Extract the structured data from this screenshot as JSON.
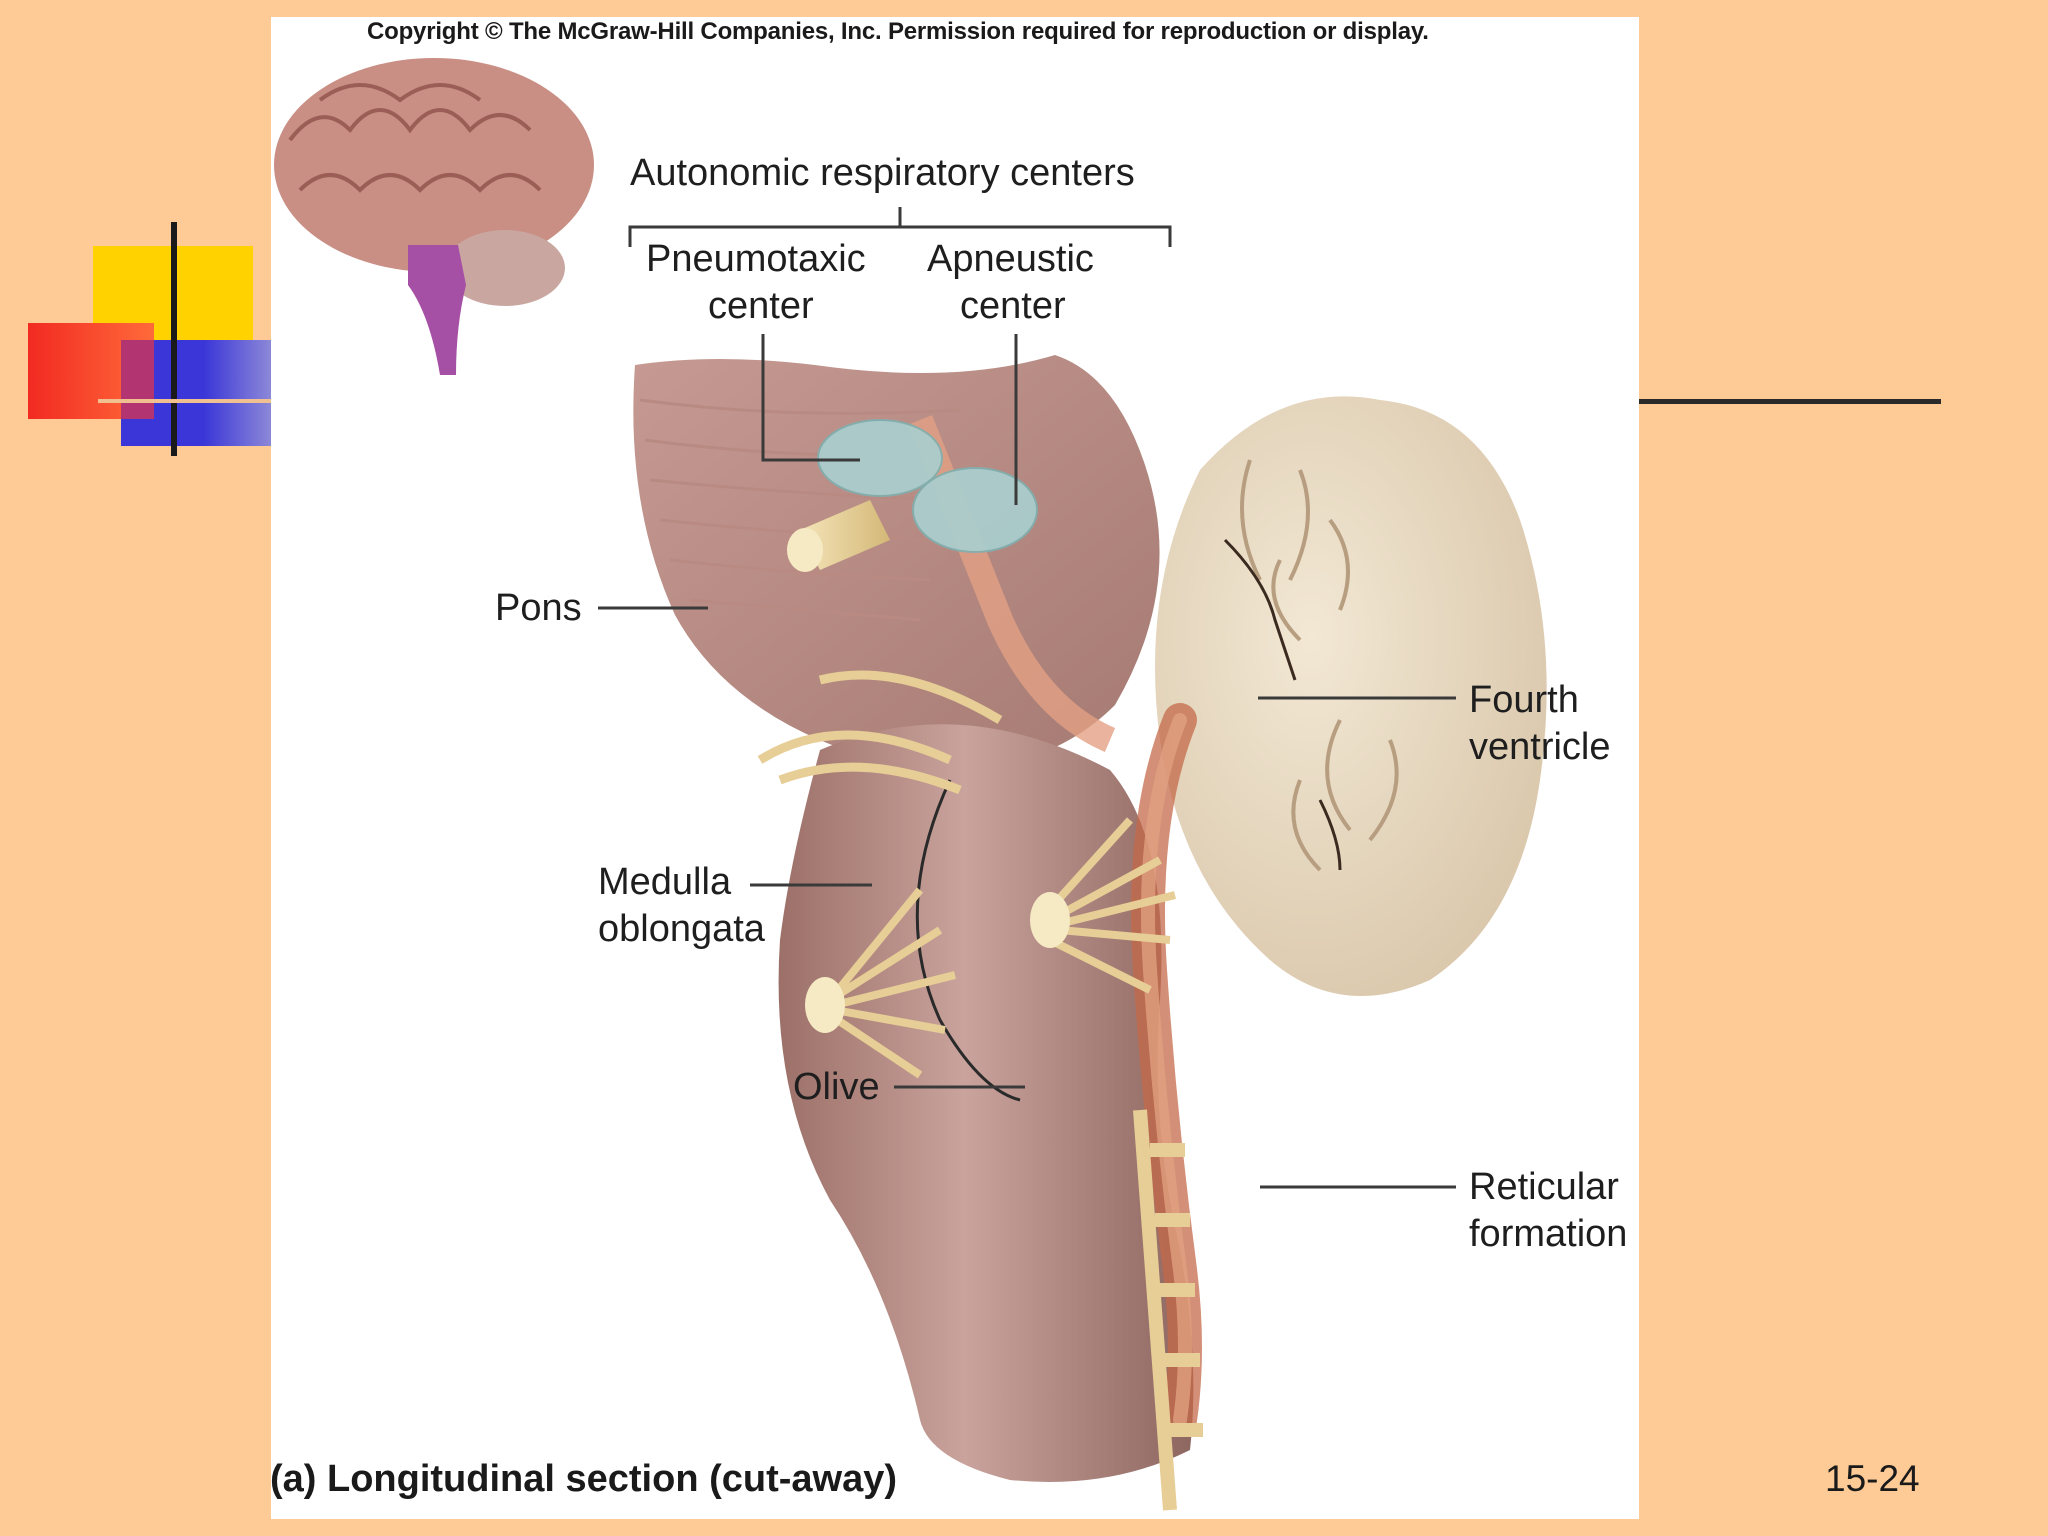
{
  "copyright": "Copyright © The McGraw-Hill Companies, Inc. Permission required for reproduction or display.",
  "labels": {
    "autonomic_centers": "Autonomic respiratory centers",
    "pneumotaxic": [
      "Pneumotaxic",
      "center"
    ],
    "apneustic": [
      "Apneustic",
      "center"
    ],
    "pons": "Pons",
    "fourth_ventricle": [
      "Fourth",
      "ventricle"
    ],
    "medulla": [
      "Medulla",
      "oblongata"
    ],
    "olive": "Olive",
    "reticular": [
      "Reticular",
      "formation"
    ]
  },
  "caption": "(a) Longitudinal section (cut-away)",
  "slide_number": "15-24",
  "colors": {
    "background": "#FECA96",
    "brainstem": "#B98A84",
    "nerve": "#E8D3A0",
    "respiratory_center": "#A9D0D0",
    "accent_yellow": "#FFD200",
    "accent_red": "#F22A22",
    "accent_blue": "#3A36D8"
  }
}
